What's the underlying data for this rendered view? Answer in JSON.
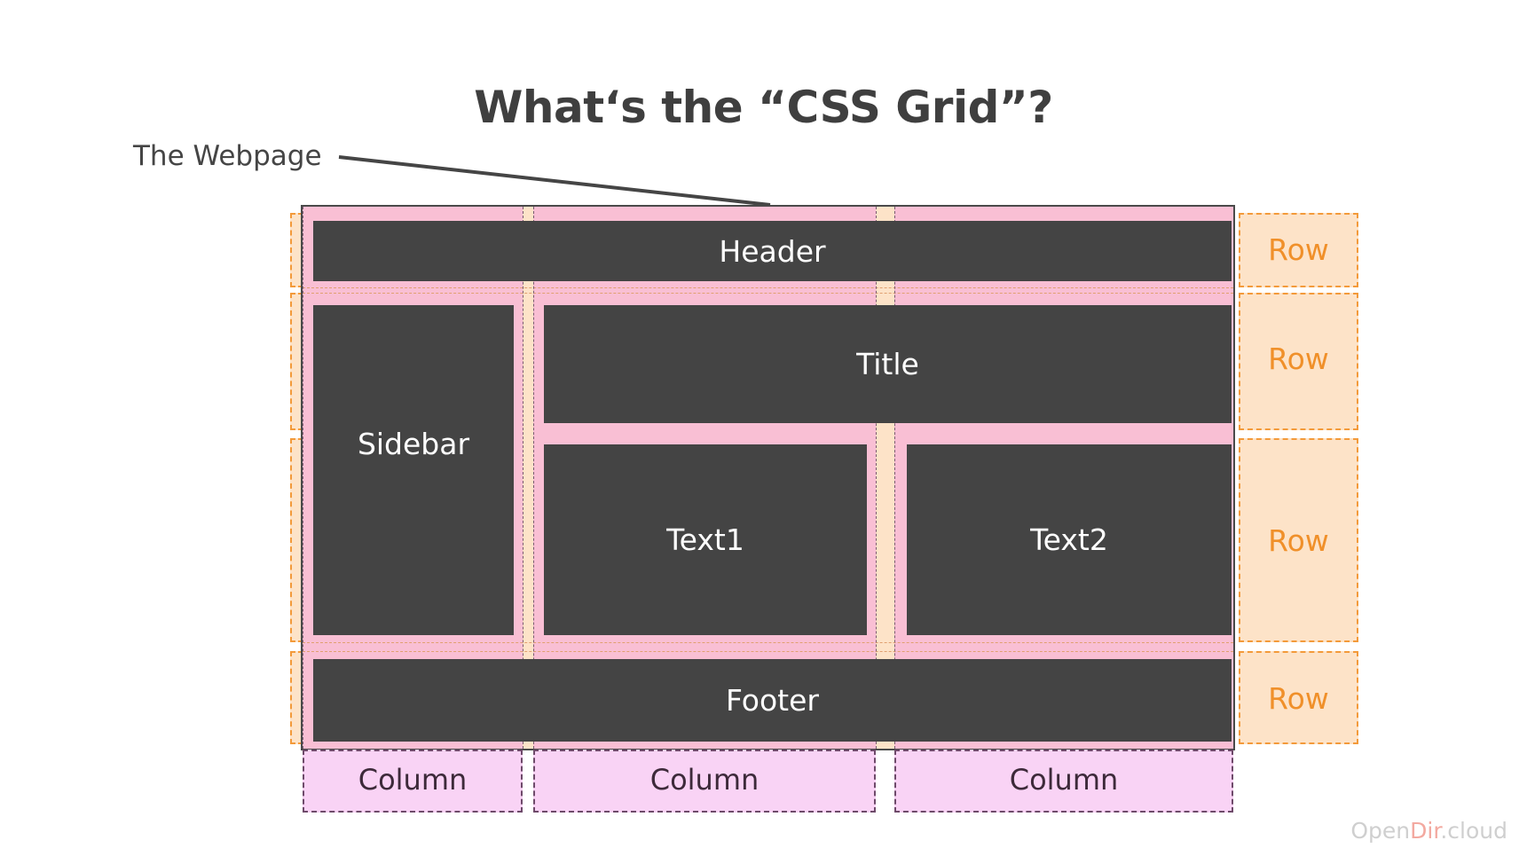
{
  "title": "What‘s the “CSS Grid”?",
  "webpage_label": "The Webpage",
  "areas": {
    "header": "Header",
    "title": "Title",
    "sidebar": "Sidebar",
    "text1": "Text1",
    "text2": "Text2",
    "footer": "Footer"
  },
  "rows": [
    "Row",
    "Row",
    "Row",
    "Row"
  ],
  "columns": [
    "Column",
    "Column",
    "Column"
  ],
  "brand": {
    "part1": "Open",
    "part2": "Dir",
    "part3": ".cloud"
  },
  "colors": {
    "area": "#444444",
    "row": "#f0902a",
    "row_fill": "#fde3c8",
    "column_fill": "#f9d3f5",
    "grid_band": "#f9bfd4"
  }
}
